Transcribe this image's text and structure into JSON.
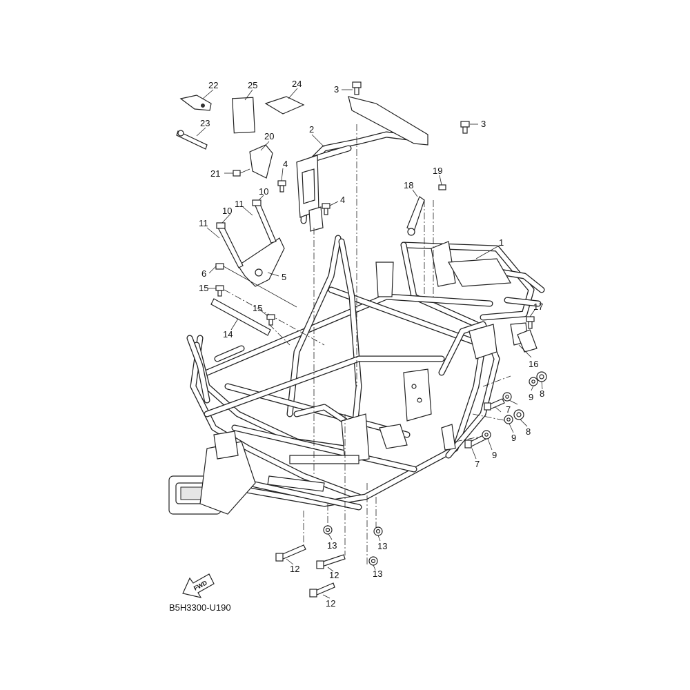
{
  "diagram_code": "B5H3300-U190",
  "fwd_label": "FWD",
  "callouts": {
    "c1": "1",
    "c2": "2",
    "c3a": "3",
    "c3b": "3",
    "c4a": "4",
    "c4b": "4",
    "c5": "5",
    "c6": "6",
    "c7a": "7",
    "c7b": "7",
    "c8a": "8",
    "c8b": "8",
    "c9a": "9",
    "c9b": "9",
    "c9c": "9",
    "c10a": "10",
    "c10b": "10",
    "c11a": "11",
    "c11b": "11",
    "c12a": "12",
    "c12b": "12",
    "c12c": "12",
    "c13a": "13",
    "c13b": "13",
    "c13c": "13",
    "c14": "14",
    "c15a": "15",
    "c15b": "15",
    "c16": "16",
    "c17": "17",
    "c18": "18",
    "c19": "19",
    "c20": "20",
    "c21": "21",
    "c22": "22",
    "c23": "23",
    "c24": "24",
    "c25": "25"
  }
}
